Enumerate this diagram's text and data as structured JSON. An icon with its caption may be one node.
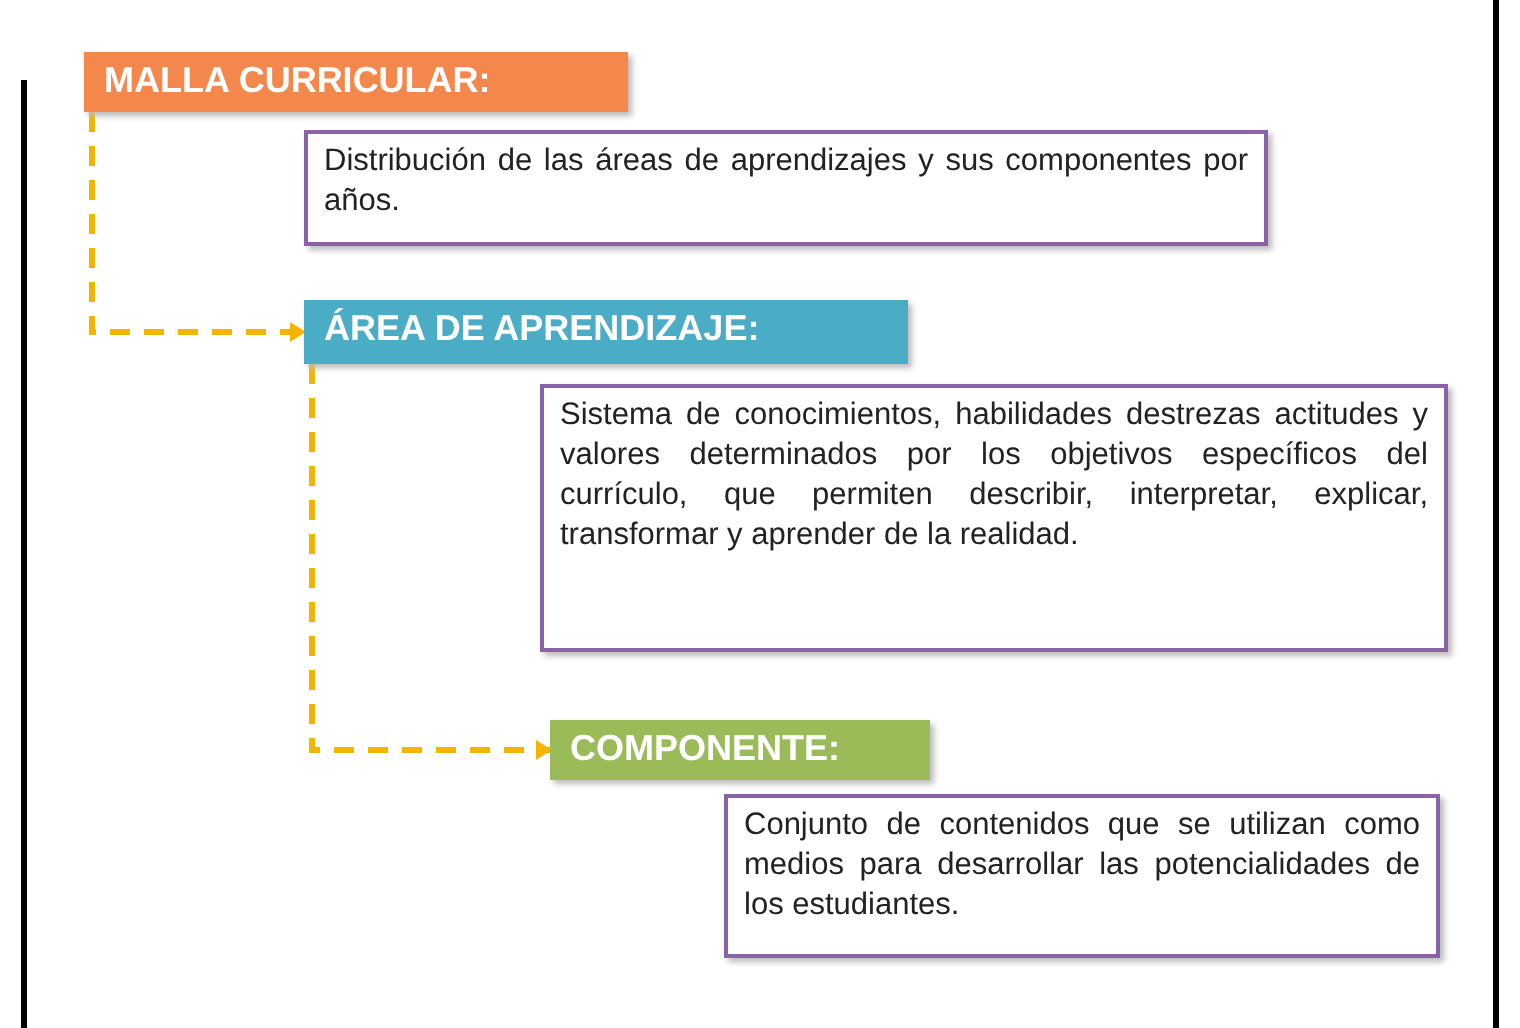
{
  "diagram": {
    "nodes": [
      {
        "text": [
          "MALLA CURRICULAR:"
        ]
      },
      {
        "text": [
          "Distribución de las áreas de aprendizajes y sus componentes por años."
        ]
      },
      {
        "text": [
          "ÁREA DE APRENDIZAJE:"
        ]
      },
      {
        "text": [
          "Sistema de conocimientos, habilidades destrezas actitudes y valores determinados por los objetivos específicos del currículo, que permiten describir, interpretar, explicar, transformar y aprender de la realidad."
        ]
      },
      {
        "text": [
          "COMPONENTE:"
        ]
      },
      {
        "text": [
          "Conjunto de contenidos que se utilizan como medios para desarrollar las potencialidades de los estudiantes."
        ]
      }
    ],
    "edges": [
      {
        "from": 0,
        "to": 2,
        "arrow": "to",
        "style": "dashed"
      },
      {
        "from": 2,
        "to": 4,
        "arrow": "to",
        "style": "dashed"
      }
    ]
  }
}
